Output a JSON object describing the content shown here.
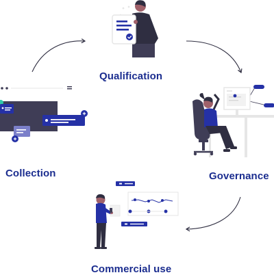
{
  "stages": {
    "qualification": "Qualification",
    "collection": "Collection",
    "governance": "Governance",
    "commercial_use": "Commercial use"
  },
  "colors": {
    "label": "#1b2d8f",
    "accent": "#2531a6",
    "dark": "#2f2e41",
    "skin": "#a0616a",
    "panel": "#3f3d56",
    "light": "#f2f2f2",
    "gray": "#e6e6e6",
    "teal": "#30c9a9",
    "arrow": "#2f2e41"
  }
}
